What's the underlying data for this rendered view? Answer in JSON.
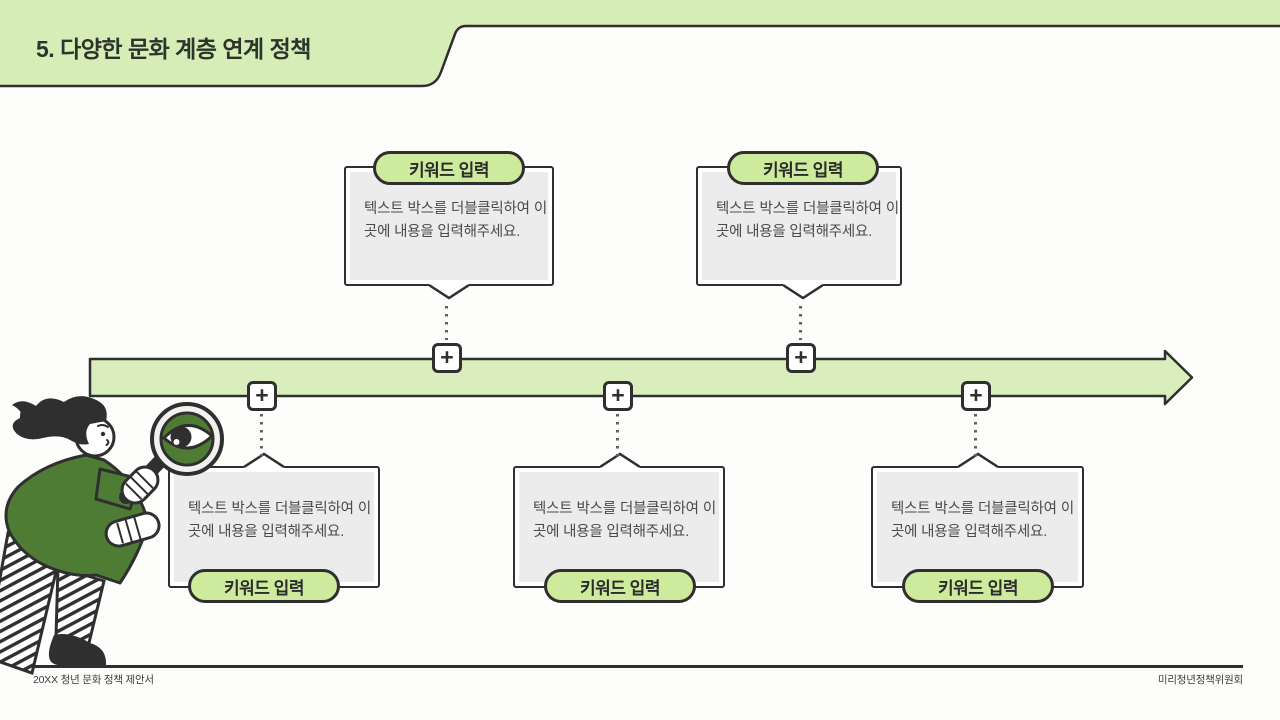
{
  "header": {
    "title": "5. 다양한 문화 계층 연계 정책"
  },
  "timeline": {
    "marker_glyph": "+",
    "marker_count": 5
  },
  "callouts": [
    {
      "label": "키워드 입력",
      "body": "텍스트 박스를 더블클릭하여 이 곳에 내용을 입력해주세요."
    },
    {
      "label": "키워드 입력",
      "body": "텍스트 박스를 더블클릭하여 이 곳에 내용을 입력해주세요."
    },
    {
      "label": "키워드 입력",
      "body": "텍스트 박스를 더블클릭하여 이 곳에 내용을 입력해주세요."
    },
    {
      "label": "키워드 입력",
      "body": "텍스트 박스를 더블클릭하여 이 곳에 내용을 입력해주세요."
    },
    {
      "label": "키워드 입력",
      "body": "텍스트 박스를 더블클릭하여 이 곳에 내용을 입력해주세요."
    }
  ],
  "footer": {
    "left": "20XX 청년 문화 정책 제안서",
    "right": "미리청년정책위원회"
  },
  "icons": {
    "illustration": "person-looking-through-magnifying-glass",
    "marker": "plus-icon"
  },
  "colors": {
    "header_green": "#d6edb8",
    "bar_green": "#d9eebc",
    "pill_green": "#cdea9d",
    "outline_dark": "#2f2f2f",
    "panel_gray": "#ececec",
    "body_text": "#4a4a4a",
    "figure_green": "#4e7c34"
  }
}
